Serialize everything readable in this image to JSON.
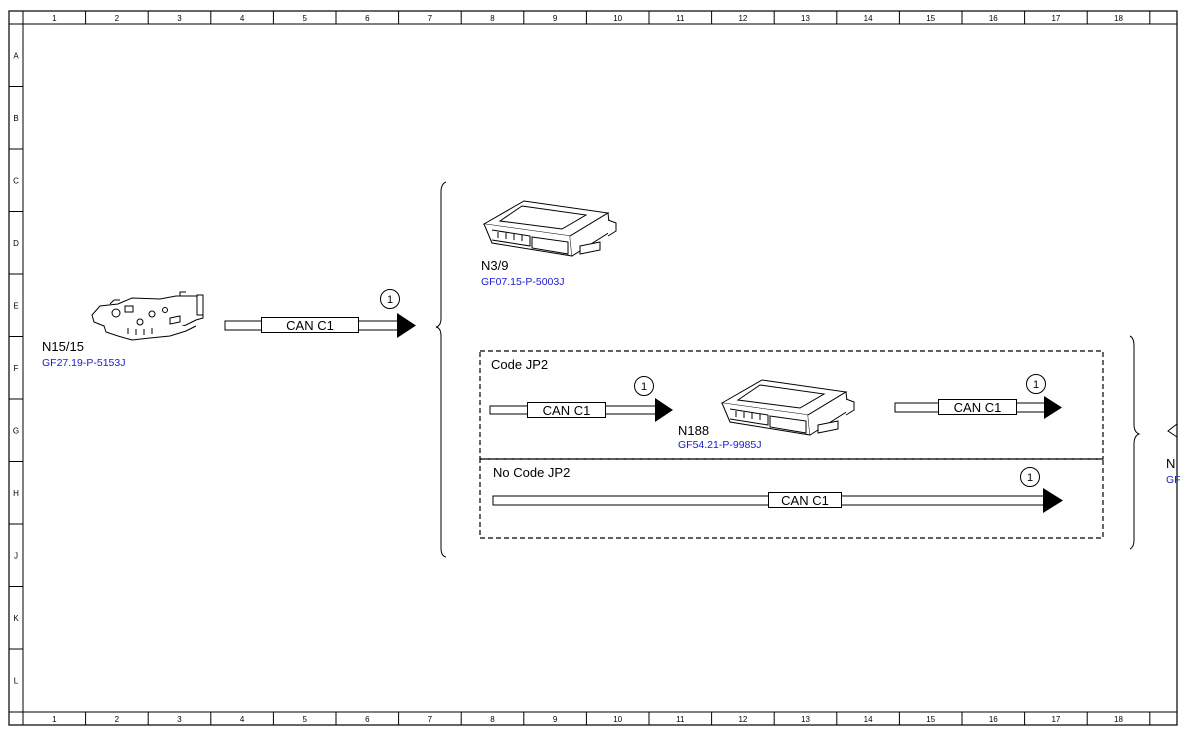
{
  "grid": {
    "columns": [
      "1",
      "2",
      "3",
      "4",
      "5",
      "6",
      "7",
      "8",
      "9",
      "10",
      "11",
      "12",
      "13",
      "14",
      "15",
      "16",
      "17",
      "18"
    ],
    "rows": [
      "A",
      "B",
      "C",
      "D",
      "E",
      "F",
      "G",
      "H",
      "J",
      "K",
      "L"
    ]
  },
  "components": {
    "n15_15": {
      "name": "N15/15",
      "ref": "GF27.19-P-5153J"
    },
    "n3_9": {
      "name": "N3/9",
      "ref": "GF07.15-P-5003J"
    },
    "n188": {
      "name": "N188",
      "ref": "GF54.21-P-9985J"
    },
    "partial_right": {
      "name": "N",
      "ref": "GF"
    }
  },
  "bus": {
    "main": {
      "label": "CAN C1",
      "marker": "1"
    },
    "code_in": {
      "label": "CAN C1",
      "marker": "1"
    },
    "code_out": {
      "label": "CAN C1",
      "marker": "1"
    },
    "nocode": {
      "label": "CAN C1",
      "marker": "1"
    }
  },
  "groups": {
    "code": {
      "title": "Code JP2"
    },
    "nocode": {
      "title": "No Code JP2"
    }
  }
}
